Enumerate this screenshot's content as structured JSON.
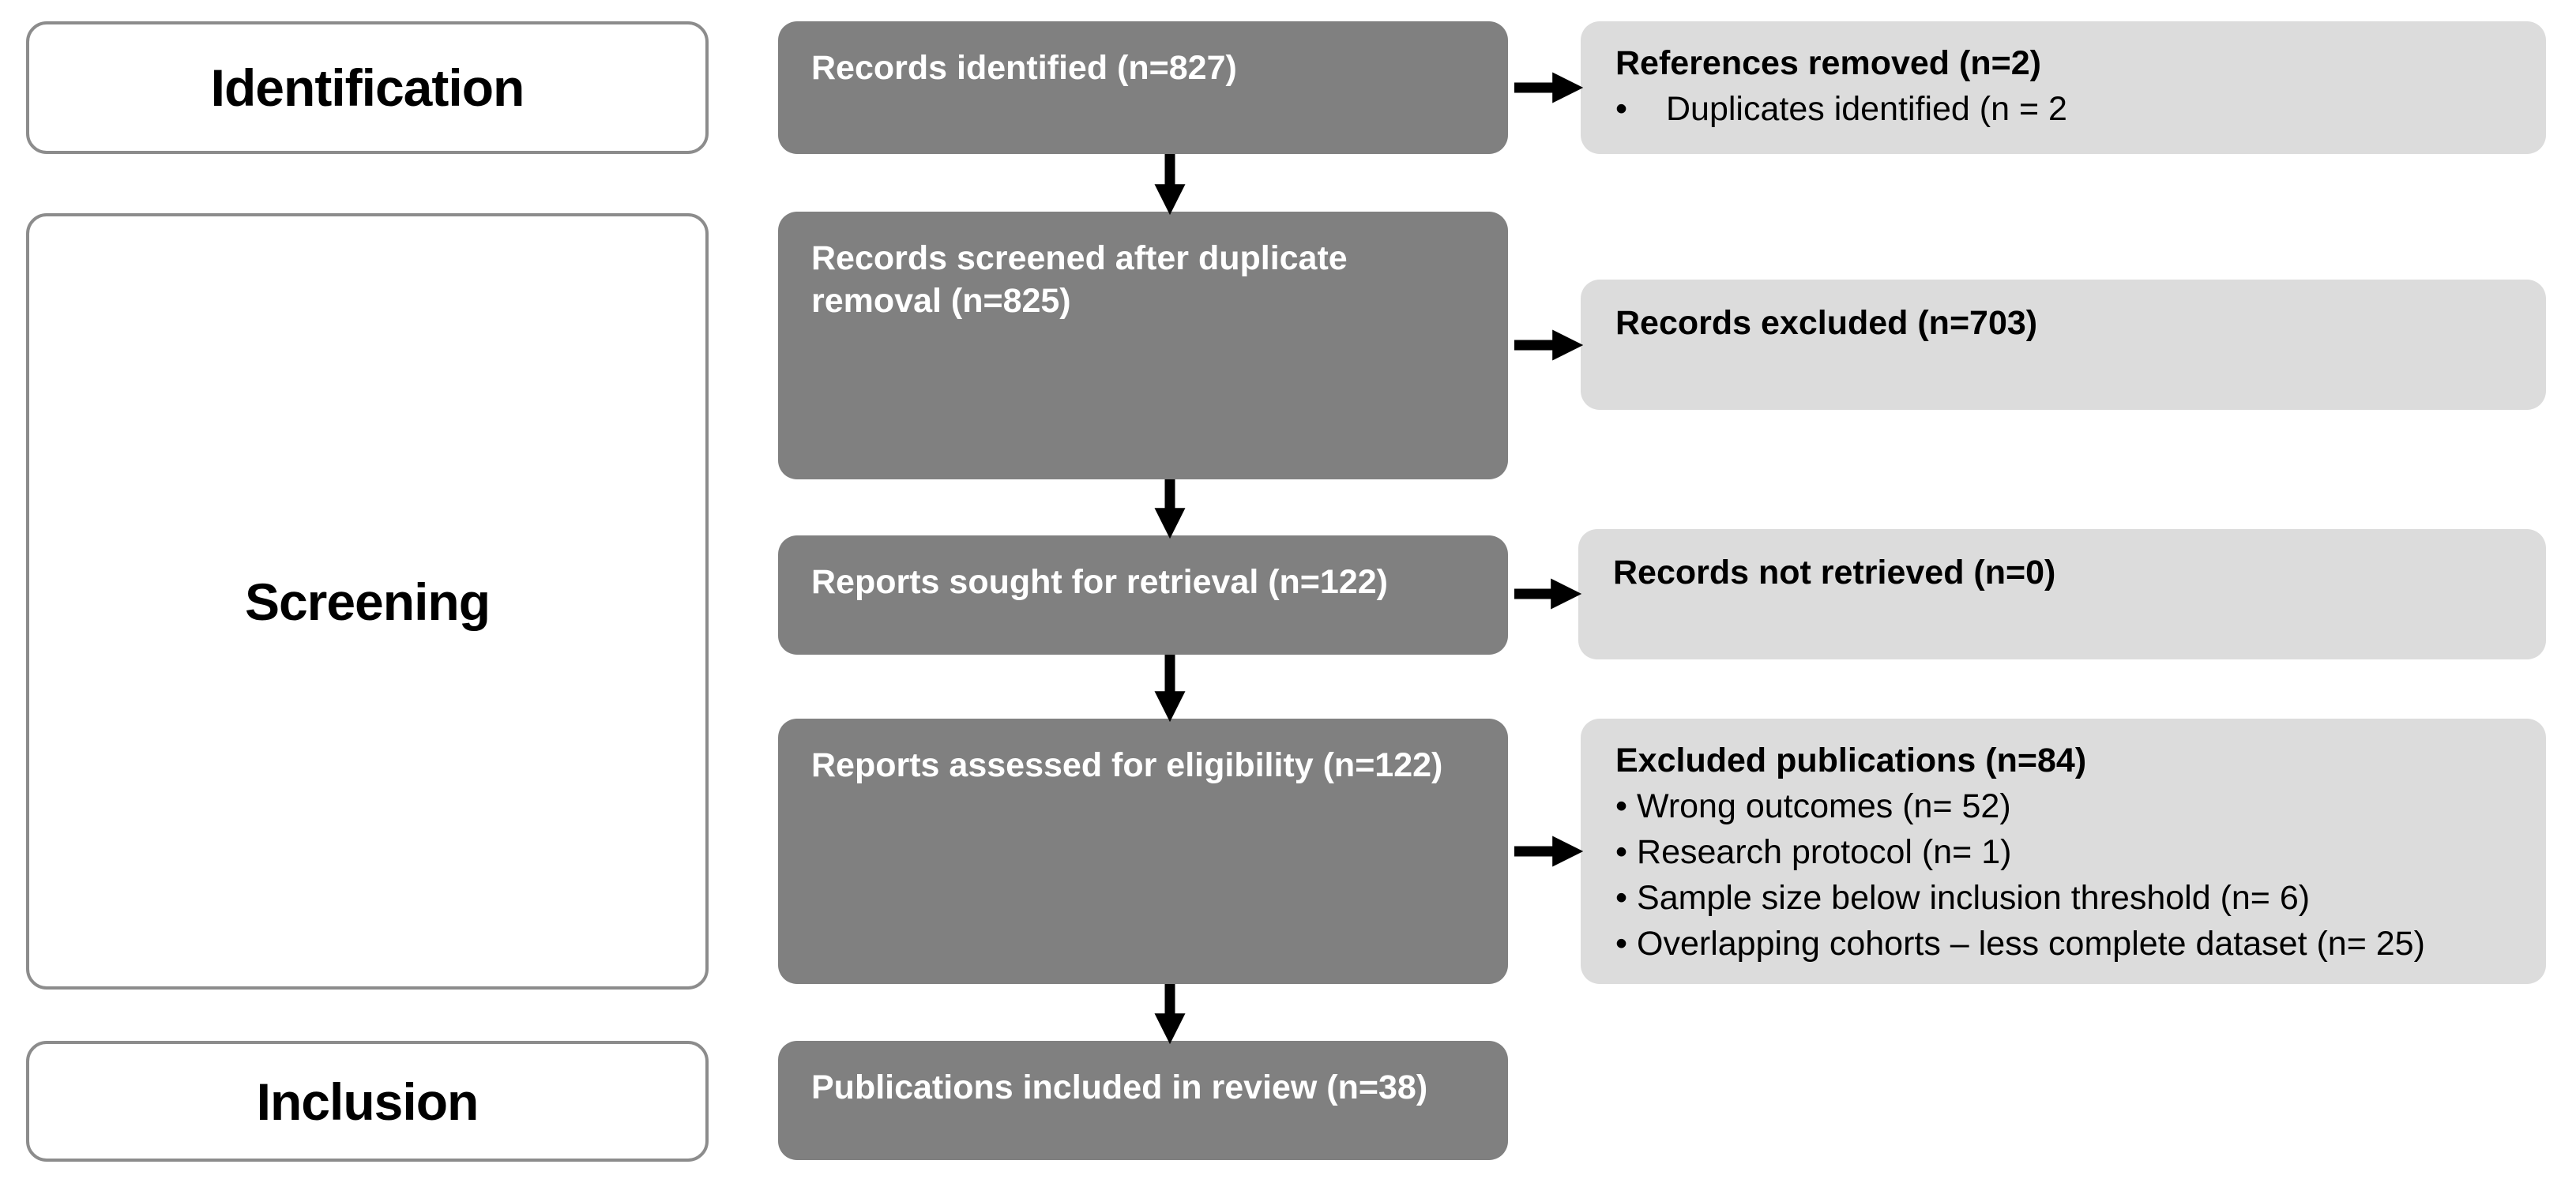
{
  "phases": {
    "identification": "Identification",
    "screening": "Screening",
    "inclusion": "Inclusion"
  },
  "steps": {
    "identified": "Records identified (n=827)",
    "screened": "Records screened after duplicate removal (n=825)",
    "sought": "Reports sought for retrieval (n=122)",
    "assessed": "Reports assessed for eligibility (n=122)",
    "included": "Publications included in review (n=38)"
  },
  "side_boxes": {
    "removed": {
      "title": "References removed (n=2)",
      "items": [
        "Duplicates identified (n = 2"
      ]
    },
    "excluded": {
      "title": "Records excluded (n=703)"
    },
    "not_retrieved": {
      "title": "Records not retrieved (n=0)"
    },
    "excluded_pubs": {
      "title": "Excluded publications (n=84)",
      "items": [
        "Wrong outcomes (n= 52)",
        "Research protocol (n= 1)",
        "Sample size below inclusion threshold (n= 6)",
        "Overlapping cohorts – less complete dataset (n= 25)"
      ]
    }
  },
  "colors": {
    "step_fill": "#808080",
    "side_fill": "#dcdcdc",
    "phase_border": "#8c8c8c",
    "arrow": "#000000"
  }
}
